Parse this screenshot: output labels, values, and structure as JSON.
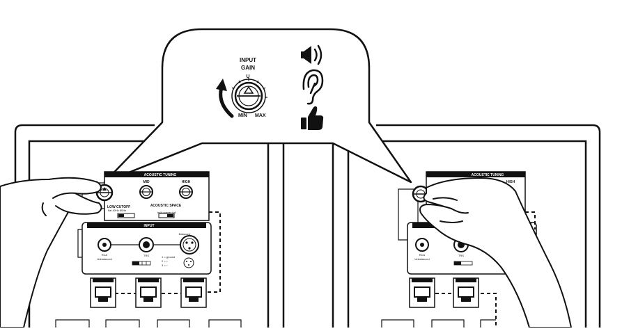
{
  "callout": {
    "title_line1": "INPUT",
    "title_line2": "GAIN",
    "dial_mark_u": "U",
    "dial_min": "MIN",
    "dial_max": "MAX",
    "icons": [
      "speaker-icon",
      "ear-icon",
      "thumbs-up-icon"
    ]
  },
  "left_panel": {
    "acoustic_tuning": "ACOUSTIC TUNING",
    "mid": "MID",
    "high": "HIGH",
    "low_cutoff": "LOW CUTOFF",
    "low_cutoff_options": "flat  40Hz  80Hz",
    "acoustic_space": "ACOUSTIC SPACE",
    "acoustic_space_options": "half  quarter  full",
    "input": "INPUT",
    "balanced": "Balanced",
    "rca": "RCA",
    "unbalanced": "Unbalanced",
    "trs": "TRS",
    "pin1": "1 = ground",
    "pin2": "2 = +",
    "pin3": "3 = −"
  },
  "right_panel": {
    "acoustic_tuning": "ACOUSTIC TUNING",
    "high": "HIGH",
    "rca": "RCA",
    "unbalanced": "Unbalanced",
    "trs": "TRS"
  }
}
